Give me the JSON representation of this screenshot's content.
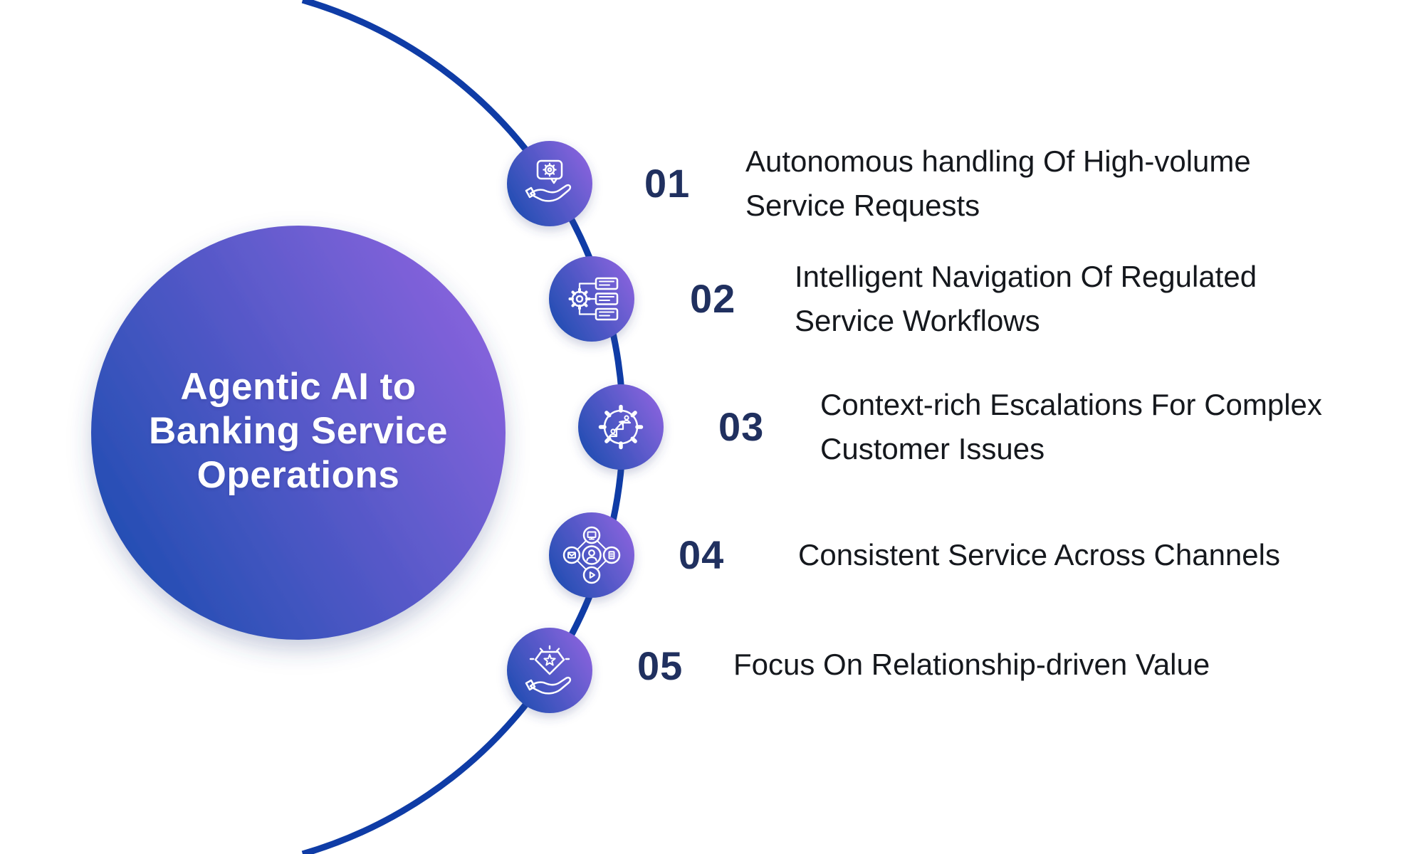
{
  "page": {
    "background": "#ffffff"
  },
  "hub": {
    "title": "Agentic AI to Banking Service Operations",
    "title_lines": [
      "Agentic AI to",
      "Banking Service",
      "Operations"
    ],
    "gradient_start": "#1e4db1",
    "gradient_end": "#8b64de"
  },
  "arc": {
    "color": "#0f3ca6"
  },
  "colors": {
    "number_text": "#20305f",
    "body_text": "#15181d",
    "icon_stroke": "#ffffff"
  },
  "items": [
    {
      "number": "01",
      "label": "Autonomous handling Of High-volume Service Requests",
      "icon": "hand-presenting-gear-chat-bubble-icon"
    },
    {
      "number": "02",
      "label": "Intelligent Navigation Of Regulated Service Workflows",
      "icon": "gear-workflow-documents-icon"
    },
    {
      "number": "03",
      "label": "Context-rich Escalations For Complex Customer Issues",
      "icon": "escalation-stairs-gear-icon"
    },
    {
      "number": "04",
      "label": "Consistent Service Across Channels",
      "icon": "omnichannel-network-icon"
    },
    {
      "number": "05",
      "label": "Focus On Relationship-driven Value",
      "icon": "hand-holding-gem-star-icon"
    }
  ]
}
